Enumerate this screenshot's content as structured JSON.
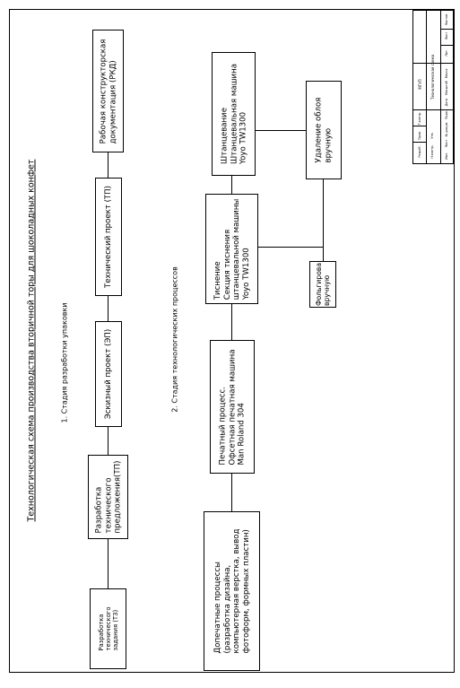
{
  "title": "Технологическая схема производства вторичной торы для шоколадных конфет",
  "stages": {
    "development": "1. Стадия разработки упаковки",
    "processes": "2. Стадия технологических процессов"
  },
  "boxes": {
    "tz": "Разработка\nтехнического\nзадания (ТЗ)",
    "tp_proposal": "Разработка\nтехнического\nпредложения(ТП)",
    "ep": "Эскизный проект (ЭП)",
    "tp": "Технический проект (ТП)",
    "rkd": "Рабочая конструкторская\nдокументация (РКД)",
    "prepress": "Допечатные процессы\n(разработка дизайна,\nкомпьютерная верстка, вывод\nфотоформ, формных пластин)",
    "print": "Печатный процесс.\nОфсетная печатная машина\nMan Roland 304",
    "emboss": "Тиснение\nСекция тиснения\nштанцевальной машины\nYoyo TW1300",
    "foil": "Фольгирова\nвручную",
    "diecut": "Штанцевание\nШтанцевальная машина\nYoyo TW1300",
    "waste": "Удаление облоя\nвручную"
  },
  "stamp": {
    "title": "Технологическая схема",
    "org": "МГУП",
    "rows": [
      "Изм.",
      "Лист",
      "№ докум.",
      "Подп.",
      "Дата"
    ],
    "roles": [
      "Разраб.",
      "Пров.",
      "Т.контр.",
      "Н.контр.",
      "Утв."
    ],
    "cols": [
      "Лит.",
      "Масса",
      "Масштаб"
    ],
    "sheet": "Лист",
    "sheets": "Листов"
  }
}
